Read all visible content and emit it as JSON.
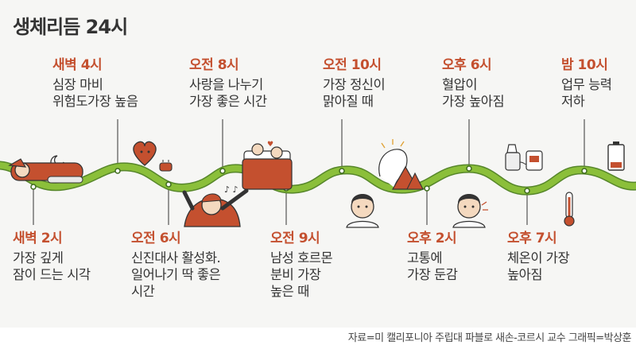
{
  "title": "생체리듬 24시",
  "colors": {
    "wave": "#8bbf3a",
    "wave_edge": "#56862a",
    "accent": "#c4502f",
    "text": "#333333"
  },
  "events": [
    {
      "time": "새벽 2시",
      "desc": "가장 깊게\n잠이 드는 시각",
      "icon": "sleeping-santa-icon"
    },
    {
      "time": "새벽 4시",
      "desc": "심장 마비\n위험도가장 높음",
      "icon": "heart-alarm-icon"
    },
    {
      "time": "오전 6시",
      "desc": "신진대사 활성화.\n일어나기 딱 좋은\n시간",
      "icon": "waking-stretch-icon"
    },
    {
      "time": "오전 8시",
      "desc": "사랑을 나누기\n가장 좋은 시간",
      "icon": "couple-in-bed-icon"
    },
    {
      "time": "오전 9시",
      "desc": "남성 호르몬\n분비 가장\n높은 때",
      "icon": "man-face-icon"
    },
    {
      "time": "오전 10시",
      "desc": "가장 정신이\n맑아질 때",
      "icon": "clear-mind-icon"
    },
    {
      "time": "오후 2시",
      "desc": "고통에\n가장 둔감",
      "icon": "man-face-icon"
    },
    {
      "time": "오후 6시",
      "desc": "혈압이\n가장 높아짐",
      "icon": "blood-pressure-icon"
    },
    {
      "time": "오후 7시",
      "desc": "체온이 가장\n높아짐",
      "icon": "thermometer-icon"
    },
    {
      "time": "밤 10시",
      "desc": "업무 능력\n저하",
      "icon": "low-battery-icon"
    }
  ],
  "footer": "자료=미 캘리포니아 주립대 파블로 새손-코르시 교수   그래픽=박상훈"
}
